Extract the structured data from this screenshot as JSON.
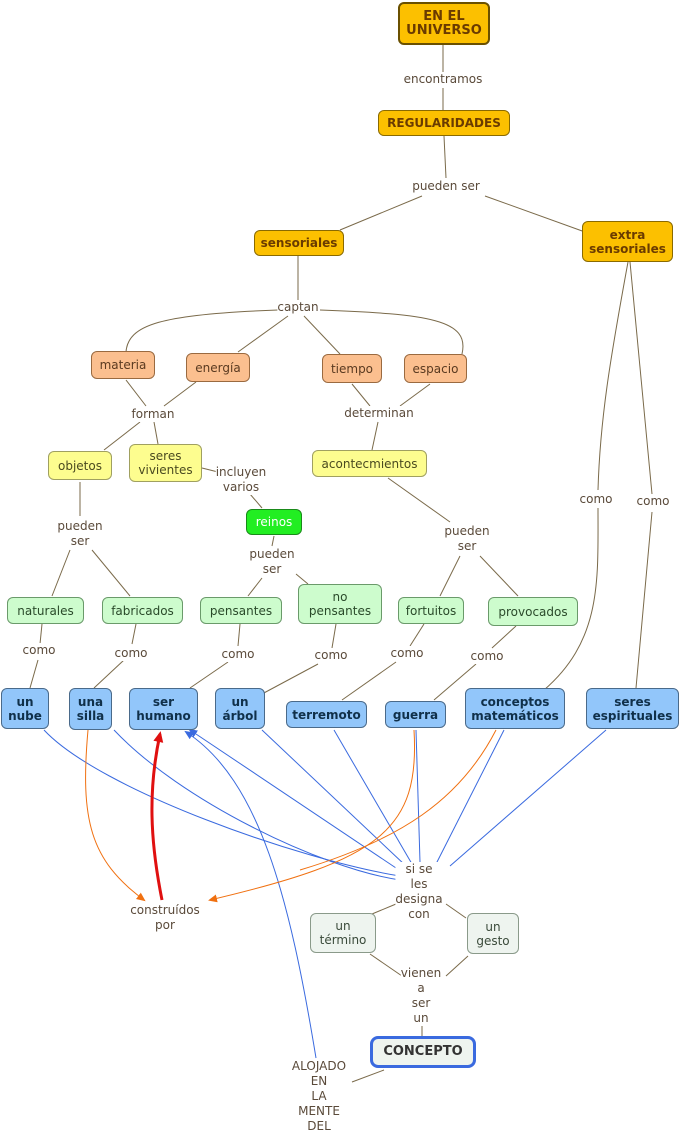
{
  "nodes": {
    "universo": "EN EL\nUNIVERSO",
    "regularidades": "REGULARIDADES",
    "sensoriales": "sensoriales",
    "extrasensoriales": "extra\nsensoriales",
    "materia": "materia",
    "energia": "energía",
    "tiempo": "tiempo",
    "espacio": "espacio",
    "objetos": "objetos",
    "seres_vivientes": "seres\nvivientes",
    "acontecimientos": "acontecmientos",
    "reinos": "reinos",
    "naturales": "naturales",
    "fabricados": "fabricados",
    "pensantes": "pensantes",
    "no_pensantes": "no\npensantes",
    "fortuitos": "fortuitos",
    "provocados": "provocados",
    "un_nube": "un\nnube",
    "una_silla": "una\nsilla",
    "ser_humano": "ser\nhumano",
    "un_arbol": "un\nárbol",
    "terremoto": "terremoto",
    "guerra": "guerra",
    "conceptos_matematicos": "conceptos\nmatemáticos",
    "seres_espirituales": "seres\nespirituales",
    "un_termino": "un\ntérmino",
    "un_gesto": "un\ngesto",
    "concepto": "CONCEPTO"
  },
  "labels": {
    "encontramos": "encontramos",
    "pueden_ser_1": "pueden ser",
    "captan": "captan",
    "forman": "forman",
    "determinan": "determinan",
    "incluyen_varios": "incluyen\nvarios",
    "pueden_ser_objetos": "pueden\nser",
    "pueden_ser_reinos": "pueden\nser",
    "pueden_ser_acont": "pueden\nser",
    "como_naturales": "como",
    "como_fabricados": "como",
    "como_pensantes": "como",
    "como_no_pensantes": "como",
    "como_fortuitos": "como",
    "como_provocados": "como",
    "como_extra_1": "como",
    "como_extra_2": "como",
    "si_se_les_designa_con": "si se\nles\ndesigna\ncon",
    "construidos_por": "construídos\npor",
    "vienen_a_ser_un": "vienen\na\nser\nun",
    "alojado": "ALOJADO\nEN\nLA\nMENTE\nDEL"
  },
  "colors": {
    "link": "#7a6a4a",
    "blue_link": "#3a6adf",
    "orange_link": "#f07010",
    "red_link": "#e01010"
  }
}
